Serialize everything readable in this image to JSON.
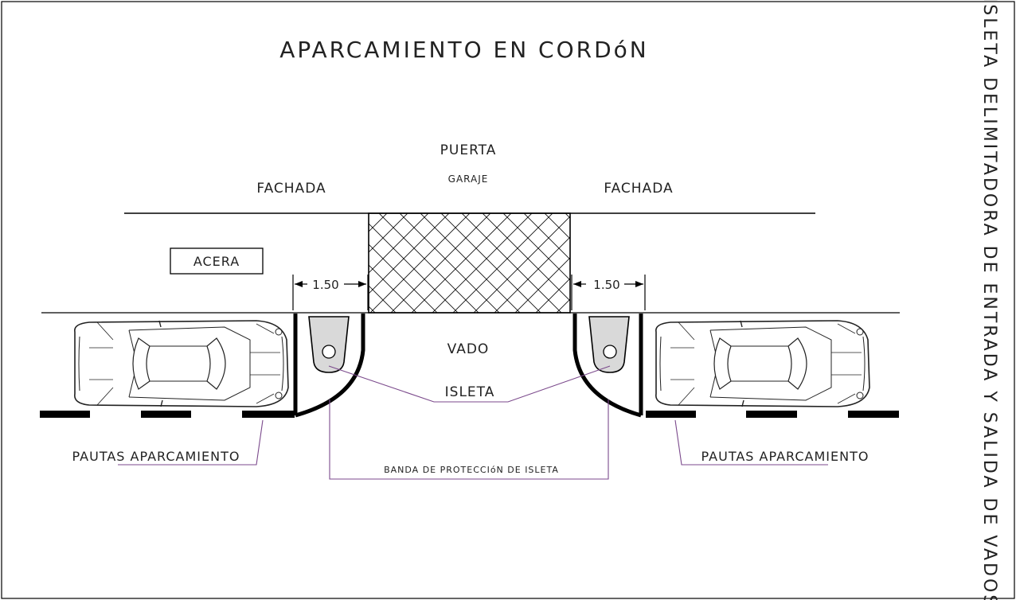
{
  "title": "APARCAMIENTO EN CORDóN",
  "side_title": "ISLETA DELIMITADORA DE ENTRADA Y SALIDA DE VADOS",
  "labels": {
    "puerta": "PUERTA",
    "garaje": "GARAJE",
    "fachada_left": "FACHADA",
    "fachada_right": "FACHADA",
    "acera": "ACERA",
    "vado": "VADO",
    "isleta": "ISLETA",
    "dim_left": "1.50",
    "dim_right": "1.50",
    "pautas_left": "PAUTAS APARCAMIENTO",
    "pautas_right": "PAUTAS APARCAMIENTO",
    "banda": "BANDA DE PROTECCIóN DE ISLETA"
  },
  "colors": {
    "line": "#000000",
    "leader": "#7b4a8c",
    "island_fill": "#d9d9d9",
    "car_line": "#222222"
  }
}
